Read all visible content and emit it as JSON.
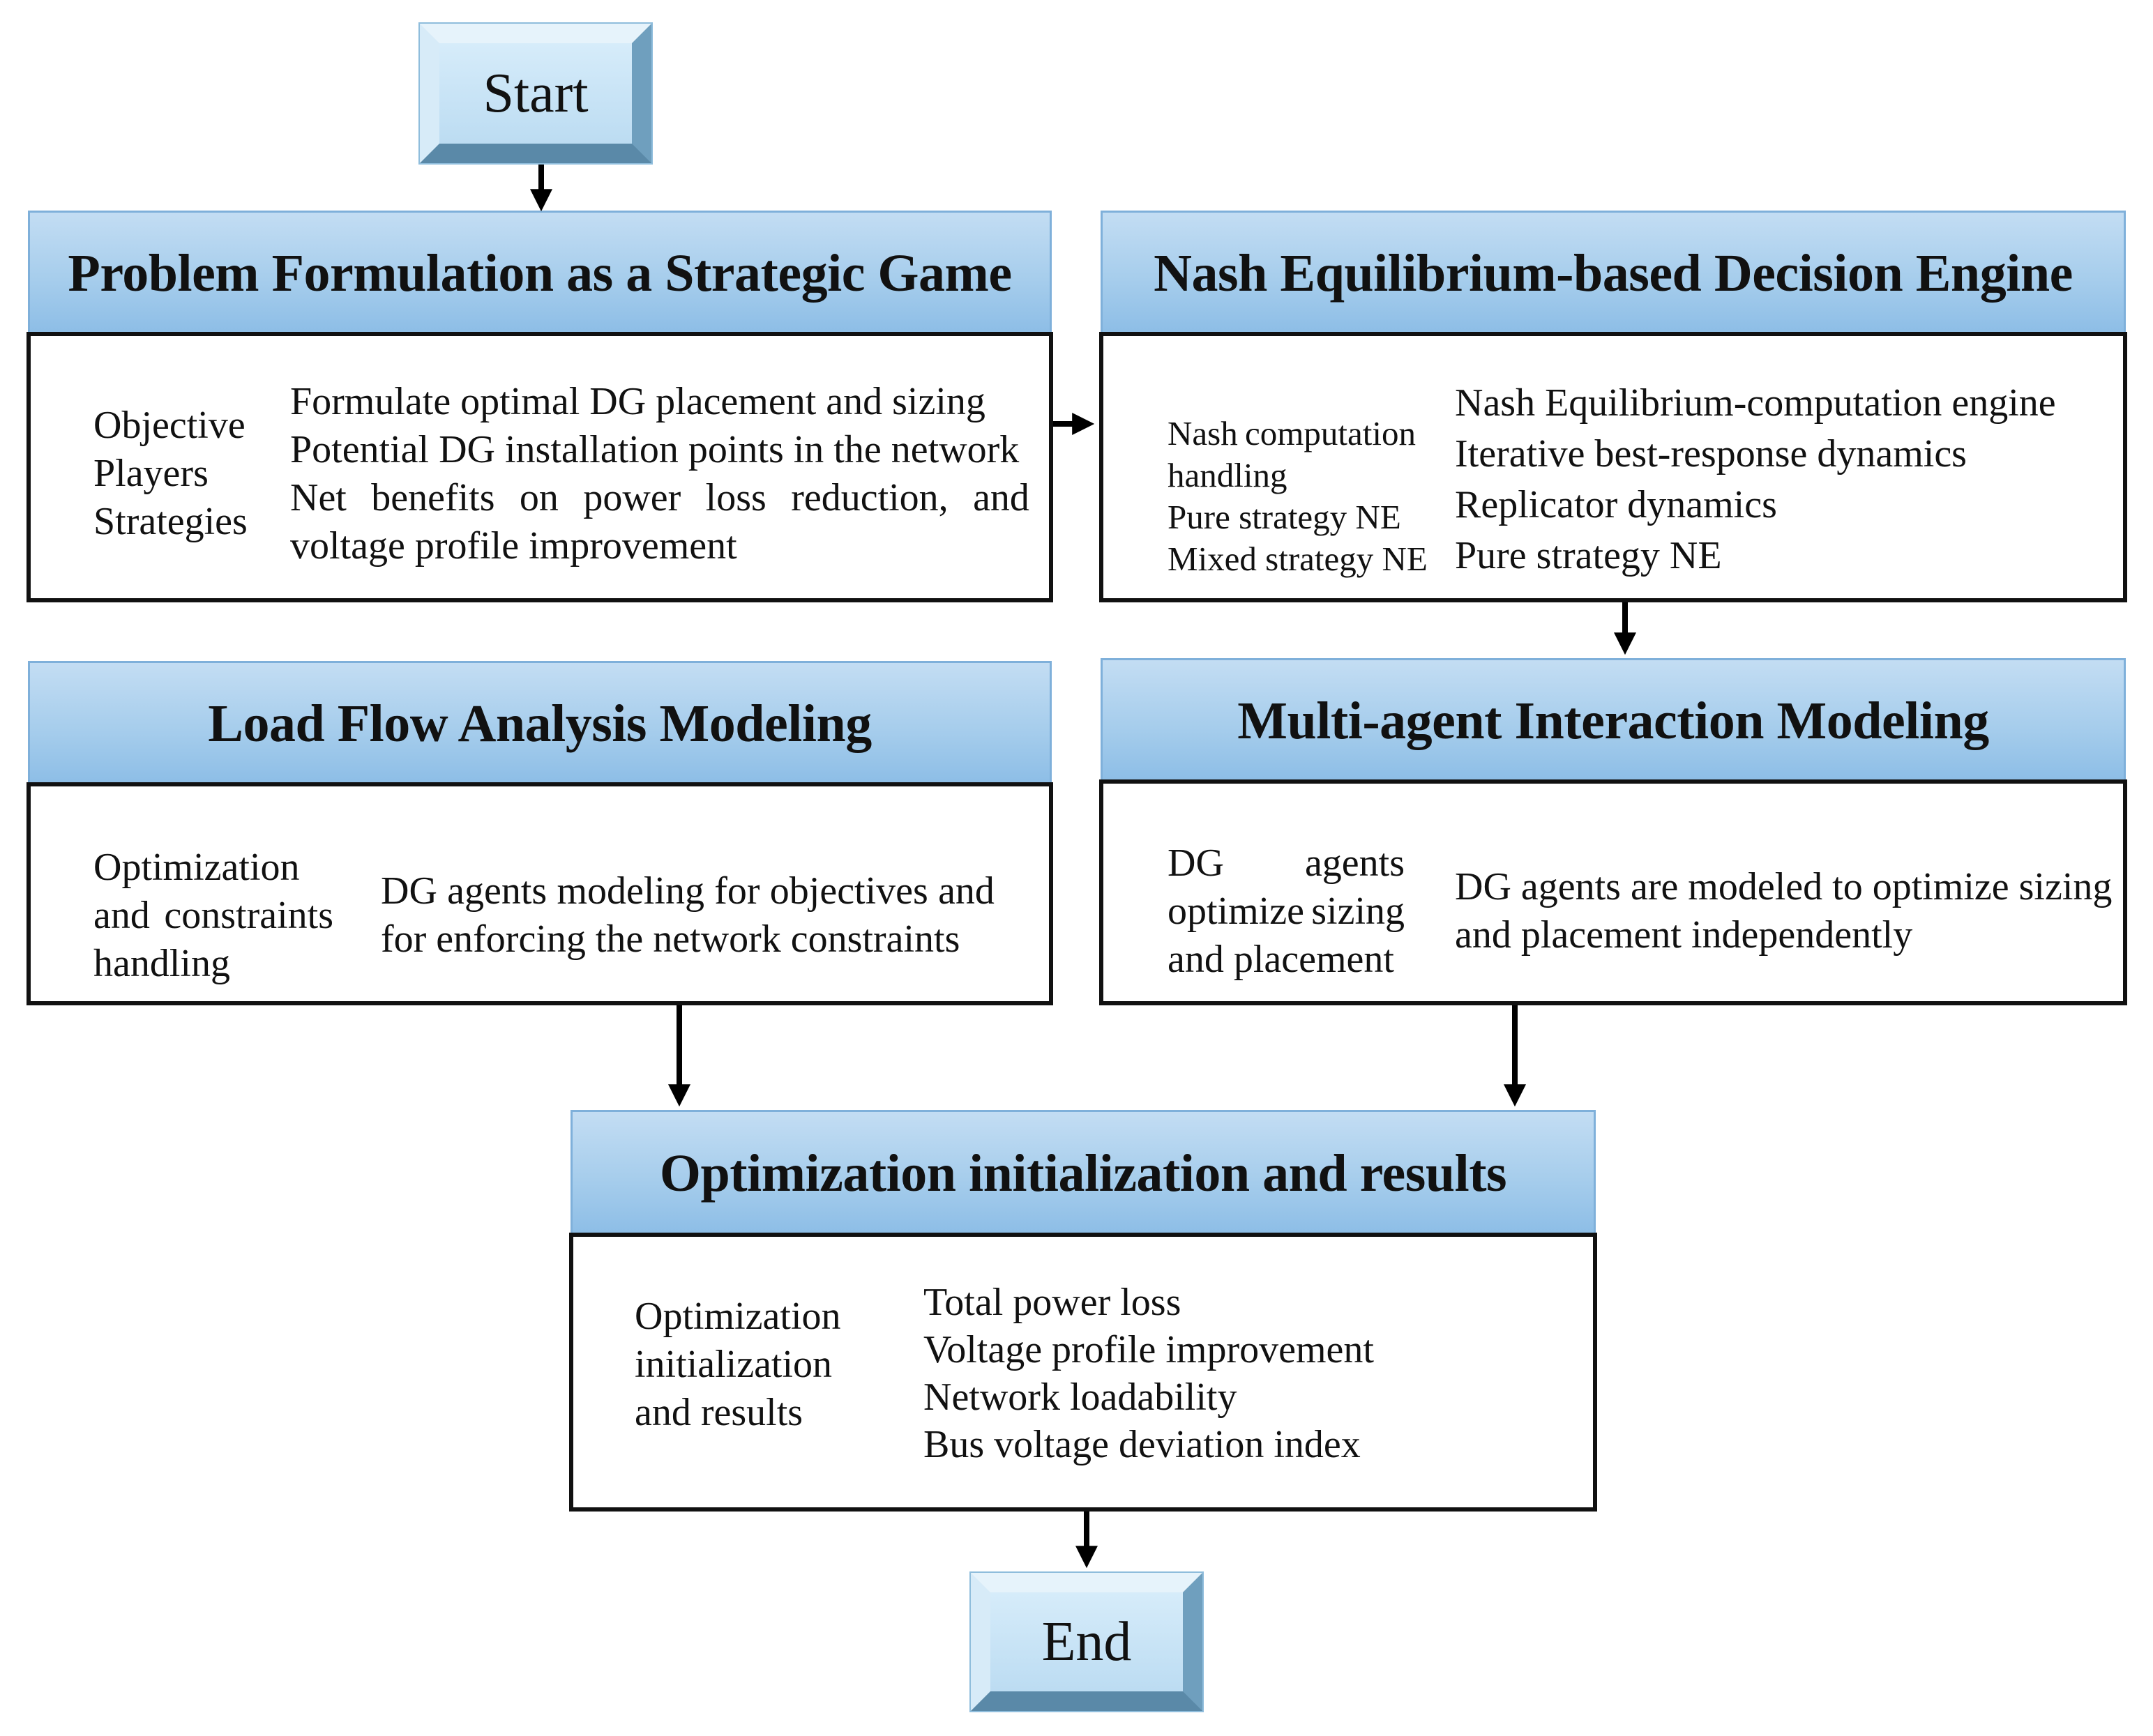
{
  "start": {
    "label": "Start"
  },
  "end": {
    "label": "End"
  },
  "problem_formulation": {
    "title": "Problem Formulation as a Strategic Game",
    "left": [
      "Objective",
      "Players",
      "Strategies"
    ],
    "right": [
      "Formulate optimal DG placement and sizing",
      "Potential DG installation points in the network",
      [
        "Net",
        "benefits",
        "on",
        "power",
        "loss",
        "reduction,",
        "and"
      ],
      "voltage profile improvement"
    ]
  },
  "nash_engine": {
    "title": "Nash Equilibrium-based Decision Engine",
    "left": [
      [
        "Nash",
        "computation"
      ],
      "handling",
      "Pure strategy NE",
      "Mixed strategy NE"
    ],
    "right": [
      "Nash Equilibrium-computation engine",
      "Iterative best-response dynamics",
      "Replicator dynamics",
      "Pure strategy NE"
    ]
  },
  "load_flow": {
    "title": "Load Flow Analysis Modeling",
    "left": [
      "Optimization",
      [
        "and",
        "constraints"
      ],
      "handling"
    ],
    "right": [
      [
        "DG",
        "agents",
        "modeling",
        "for",
        "objectives",
        "and"
      ],
      "for enforcing the network constraints"
    ]
  },
  "multi_agent": {
    "title": "Multi-agent Interaction Modeling",
    "left": [
      [
        "DG",
        "agents"
      ],
      [
        "optimize",
        "sizing"
      ],
      "and placement"
    ],
    "right": [
      "DG agents are modeled to optimize sizing",
      "and placement independently"
    ]
  },
  "optimization": {
    "title": "Optimization initialization and results",
    "left": [
      "Optimization",
      "initialization",
      "and results"
    ],
    "right": [
      "Total power loss",
      "Voltage profile improvement",
      "Network loadability",
      "Bus voltage deviation index"
    ]
  }
}
